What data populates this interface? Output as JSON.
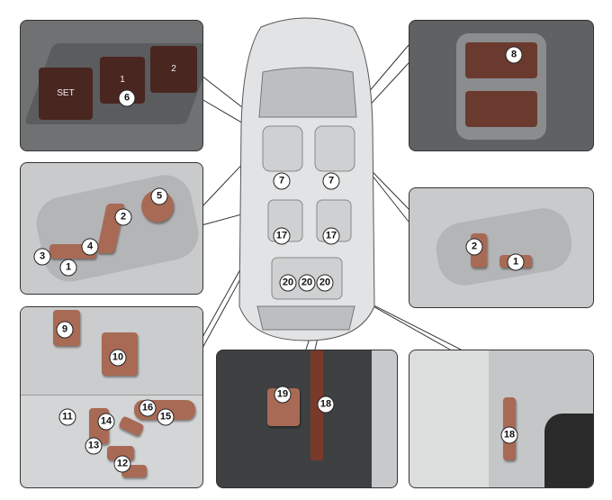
{
  "memory_panel": {
    "set_label": "SET",
    "seat1_label": "1",
    "seat2_label": "2",
    "callout": "6"
  },
  "driver_seat_panel": {
    "callouts": [
      "1",
      "2",
      "3",
      "4",
      "5"
    ]
  },
  "door_panel": {
    "callouts": [
      "9",
      "10"
    ]
  },
  "lower_seat_panel": {
    "callouts": [
      "11",
      "12",
      "13",
      "14",
      "15",
      "16"
    ]
  },
  "passenger_upper_panel": {
    "callout": "8"
  },
  "passenger_seat_panel": {
    "callouts": [
      "2",
      "1"
    ]
  },
  "rear_handle_panel": {
    "callouts": [
      "19",
      "18"
    ]
  },
  "rear_strap_panel": {
    "callout": "18"
  },
  "vehicle": {
    "front_callouts": [
      "7",
      "7"
    ],
    "middle_callouts": [
      "17",
      "17"
    ],
    "rear_callouts": [
      "20",
      "20",
      "20"
    ]
  }
}
